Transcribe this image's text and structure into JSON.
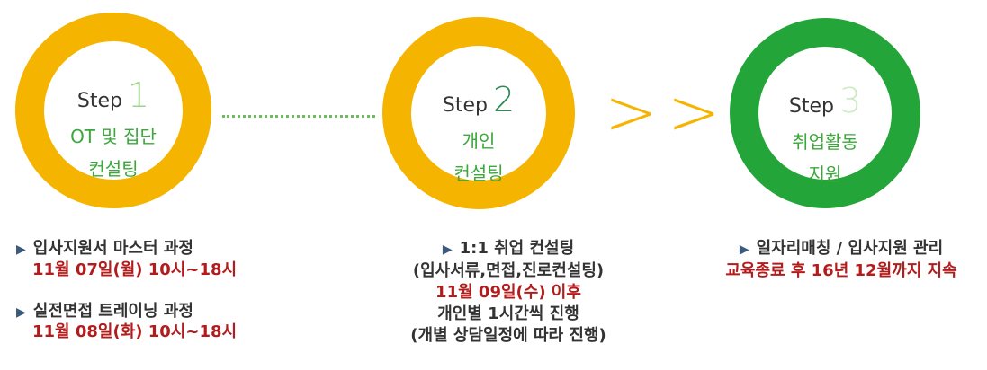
{
  "steps": [
    {
      "word": "Step",
      "num": "1",
      "title1": "OT 및 집단",
      "title2": "컨설팅"
    },
    {
      "word": "Step",
      "num": "2",
      "title1": "개인",
      "title2": "컨설팅"
    },
    {
      "word": "Step",
      "num": "3",
      "title1": "취업활동",
      "title2": "지원"
    }
  ],
  "arrow_glyph": ">",
  "bullet_glyph": "▶",
  "col1": {
    "item1": "입사지원서 마스터 과정",
    "date1": "11월 07일(월) 10시~18시",
    "item2": "실전면접 트레이닝 과정",
    "date2": "11월 08일(화) 10시~18시"
  },
  "col2": {
    "item1": "1:1 취업 컨설팅",
    "sub1": "(입사서류,면접,진로컨설팅)",
    "date1": "11월 09일(수) 이후",
    "sub2": "개인별 1시간씩 진행",
    "sub3": "(개별 상담일정에 따라 진행)"
  },
  "col3": {
    "item1": "일자리매칭 / 입사지원 관리",
    "date1": "교육종료 후 16년 12월까지 지속"
  },
  "colors": {
    "yellow": "#f5b400",
    "green": "#23a53a",
    "red": "#b31c1c"
  }
}
